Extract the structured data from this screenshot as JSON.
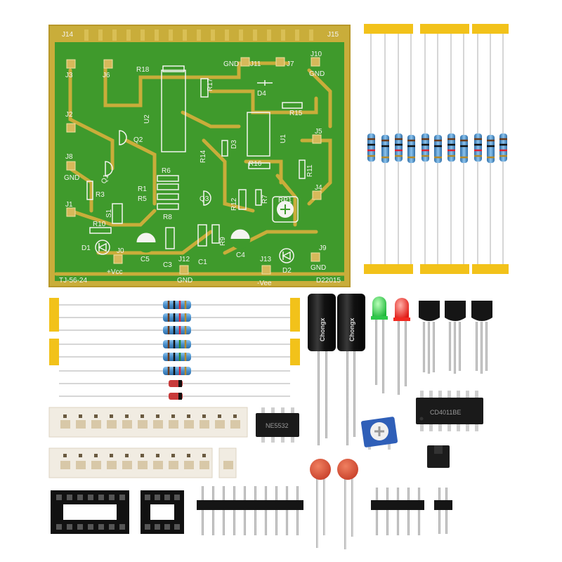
{
  "pcb": {
    "board_code": "TJ-56-24",
    "date_code": "D22015",
    "labels": {
      "J14": "J14",
      "J15": "J15",
      "J3": "J3",
      "J6": "J6",
      "R18": "R18",
      "GND_a": "GND",
      "J11": "J11",
      "J7": "J7",
      "J10": "J10",
      "GND_b": "GND",
      "R17": "R17",
      "D4": "D4",
      "U2": "U2",
      "R15": "R15",
      "J2": "J2",
      "Q2": "Q2",
      "D3": "D3",
      "U1": "U1",
      "J5": "J5",
      "J8": "J8",
      "GND_c": "GND",
      "R14": "R14",
      "R16": "R16",
      "R11": "R11",
      "Q1": "Q1",
      "R6": "R6",
      "R3": "R3",
      "R1": "R1",
      "R5": "R5",
      "R8": "R8",
      "J4": "J4",
      "Q3": "Q3",
      "R12": "R12",
      "R7": "R7",
      "RP1": "RP1",
      "J1": "J1",
      "S1": "S1",
      "R10": "R10",
      "D1": "D1",
      "J0": "J0",
      "Vcc": "+Vcc",
      "C5": "C5",
      "C3": "C3",
      "C1": "C1",
      "R9": "R9",
      "C4": "C4",
      "J12": "J12",
      "GND_d": "GND",
      "J13": "J13",
      "Vee": "-Vee",
      "D2": "D2",
      "J9": "J9",
      "GND_e": "GND"
    }
  },
  "parts": {
    "electrolytic_brand": "Chongx",
    "ic_dip14_marking": "CD4011BE",
    "ic_dip8_marking": "NE5532",
    "smd_strip_top_count": 12,
    "smd_strip_bottom_count": 11
  },
  "colors": {
    "pcb_green": "#3f9a2c",
    "pcb_copper": "#c9ad3a",
    "pcb_pad": "#d6b95a",
    "tape_yellow": "#f2c21a",
    "resistor_body": "#5aa0d8",
    "ceramic_cap": "#d9553a",
    "trimmer_blue": "#2f5fb8"
  },
  "icons": [
    "resistor-icon",
    "led-icon",
    "transistor-icon",
    "capacitor-icon",
    "ic-chip-icon",
    "pin-header-icon",
    "ic-socket-icon",
    "jumper-icon",
    "potentiometer-icon"
  ]
}
